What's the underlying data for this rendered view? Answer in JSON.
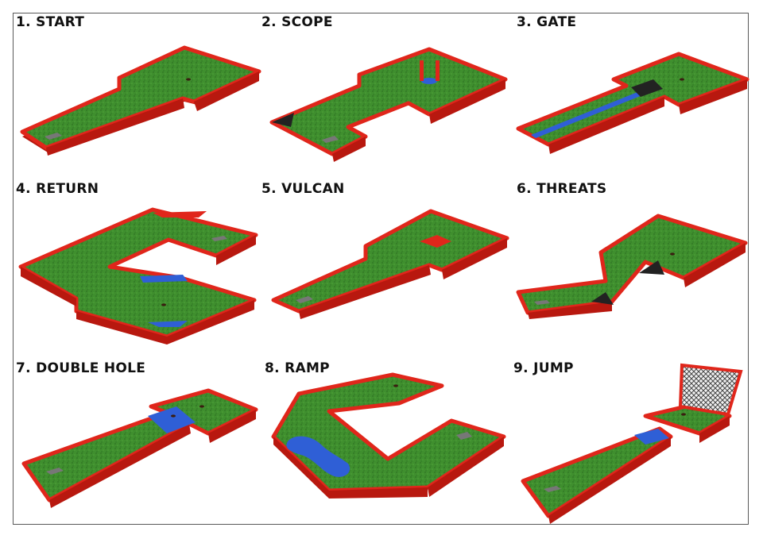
{
  "title": "",
  "colors": {
    "wall_top": "#e0261b",
    "wall_side": "#b8180f",
    "wall_dark": "#8e0e08",
    "turf": "#3f8f2e",
    "turf_dark": "#2f7323",
    "turf_light": "#4fa23a",
    "water": "#2f5fd6",
    "tee_mat": "#777777",
    "obstacle": "#222222",
    "net": "#444444"
  },
  "holes": [
    {
      "label": "1. START",
      "icon": "hole-start-course-icon"
    },
    {
      "label": "2. SCOPE",
      "icon": "hole-scope-course-icon"
    },
    {
      "label": "3. GATE",
      "icon": "hole-gate-course-icon"
    },
    {
      "label": "4. RETURN",
      "icon": "hole-return-course-icon"
    },
    {
      "label": "5. VULCAN",
      "icon": "hole-vulcan-course-icon"
    },
    {
      "label": "6. THREATS",
      "icon": "hole-threats-course-icon"
    },
    {
      "label": "7. DOUBLE HOLE",
      "icon": "hole-double-hole-course-icon"
    },
    {
      "label": "8. RAMP",
      "icon": "hole-ramp-course-icon"
    },
    {
      "label": "9. JUMP",
      "icon": "hole-jump-course-icon"
    }
  ]
}
